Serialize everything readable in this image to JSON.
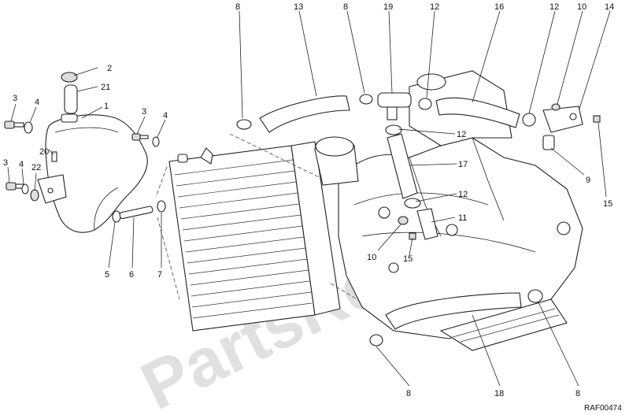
{
  "watermark": "PartsRepublik",
  "reference_code": "RAF00474",
  "callouts": [
    {
      "id": "c-8a",
      "label": "8"
    },
    {
      "id": "c-13",
      "label": "13"
    },
    {
      "id": "c-8b",
      "label": "8"
    },
    {
      "id": "c-19",
      "label": "19"
    },
    {
      "id": "c-12a",
      "label": "12"
    },
    {
      "id": "c-16",
      "label": "16"
    },
    {
      "id": "c-12b",
      "label": "12"
    },
    {
      "id": "c-10a",
      "label": "10"
    },
    {
      "id": "c-14",
      "label": "14"
    },
    {
      "id": "c-2",
      "label": "2"
    },
    {
      "id": "c-21",
      "label": "21"
    },
    {
      "id": "c-1",
      "label": "1"
    },
    {
      "id": "c-3a",
      "label": "3"
    },
    {
      "id": "c-4a",
      "label": "4"
    },
    {
      "id": "c-3b",
      "label": "3"
    },
    {
      "id": "c-4b",
      "label": "4"
    },
    {
      "id": "c-20",
      "label": "20"
    },
    {
      "id": "c-3c",
      "label": "3"
    },
    {
      "id": "c-4c",
      "label": "4"
    },
    {
      "id": "c-22",
      "label": "22"
    },
    {
      "id": "c-12c",
      "label": "12"
    },
    {
      "id": "c-17",
      "label": "17"
    },
    {
      "id": "c-12d",
      "label": "12"
    },
    {
      "id": "c-11",
      "label": "11"
    },
    {
      "id": "c-10b",
      "label": "10"
    },
    {
      "id": "c-15a",
      "label": "15"
    },
    {
      "id": "c-9",
      "label": "9"
    },
    {
      "id": "c-15b",
      "label": "15"
    },
    {
      "id": "c-5",
      "label": "5"
    },
    {
      "id": "c-6",
      "label": "6"
    },
    {
      "id": "c-7",
      "label": "7"
    },
    {
      "id": "c-8c",
      "label": "8"
    },
    {
      "id": "c-18",
      "label": "18"
    },
    {
      "id": "c-8d",
      "label": "8"
    }
  ]
}
